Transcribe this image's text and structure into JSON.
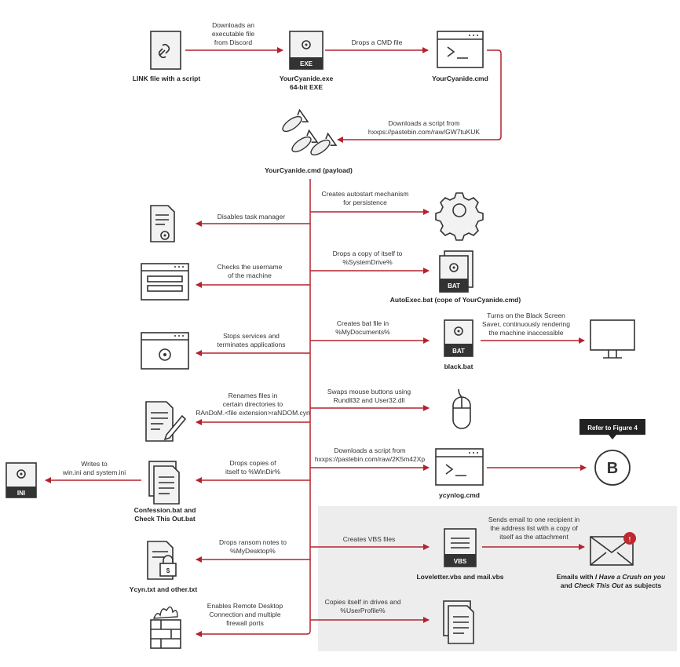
{
  "colors": {
    "arrow": "#b3232e",
    "panel": "#ededed",
    "callout": "#222222",
    "alert": "#c0282e"
  },
  "nodes": {
    "link_file": "LINK file with a script",
    "exe_name": "YourCyanide.exe",
    "exe_sub": "64-bit EXE",
    "exe_tag": "EXE",
    "cmd_name": "YourCyanide.cmd",
    "payload": "YourCyanide.cmd (payload)",
    "autoexec": "AutoExec.bat (cope of YourCyanide.cmd)",
    "bat_tag": "BAT",
    "black_bat": "black.bat",
    "ycynlog": "ycynlog.cmd",
    "b_label": "B",
    "refer": "Refer to Figure 4",
    "ini_tag": "INI",
    "confession_1": "Confession.bat and",
    "confession_2": "Check This Out.bat",
    "notes": "Ycyn.txt and other.txt",
    "loveletter": "Loveletter.vbs and mail.vbs",
    "vbs_tag": "VBS",
    "emails_1a": "Emails with ",
    "emails_1b": "I Have a Crush on you",
    "emails_2a": "and ",
    "emails_2b": "Check This Out",
    "emails_2c": " as subjects",
    "alert": "!",
    "dollar": "$"
  },
  "edges": {
    "download_exe": [
      "Downloads an",
      "executable file",
      "from Discord"
    ],
    "drops_cmd": [
      "Drops a CMD file"
    ],
    "downloads_script": [
      "Downloads a script from",
      "hxxps://pastebin.com/raw/GW7tuKUK"
    ],
    "autostart": [
      "Creates autostart mechanism",
      "for persistence"
    ],
    "task_manager": [
      "Disables task manager"
    ],
    "drops_copy": [
      "Drops a copy of itself to",
      "%SystemDrive%"
    ],
    "username": [
      "Checks the username",
      "of the machine"
    ],
    "bat_file": [
      "Creates bat file in",
      "%MyDocuments%"
    ],
    "black_screen": [
      "Turns on the Black Screen",
      "Saver, continuously rendering",
      "the machine inaccessible"
    ],
    "stops_services": [
      "Stops services and",
      "terminates applications"
    ],
    "renames": [
      "Renames files in",
      "certain directories to",
      "RAnDoM.<file extension>raNDOM.cyn"
    ],
    "mouse": [
      "Swaps mouse buttons using",
      "Rundll32 and User32.dll"
    ],
    "download_script2": [
      "Downloads a script from",
      "hxxps://pastebin.com/raw/2K5m42Xp"
    ],
    "writes_ini": [
      "Writes to",
      "win.ini and system.ini"
    ],
    "drops_copies": [
      "Drops copies of",
      "itself to %WinDir%"
    ],
    "vbs": [
      "Creates VBS files"
    ],
    "sends_email": [
      "Sends email to one recipient in",
      "the address list with a copy of",
      "itself as the attachment"
    ],
    "ransom": [
      "Drops ransom notes to",
      "%MyDesktop%"
    ],
    "copies_drives": [
      "Copies itself in drives and",
      "%UserProfile%"
    ],
    "remote_desktop": [
      "Enables Remote Desktop",
      "Connection and multiple",
      "firewall ports"
    ]
  }
}
